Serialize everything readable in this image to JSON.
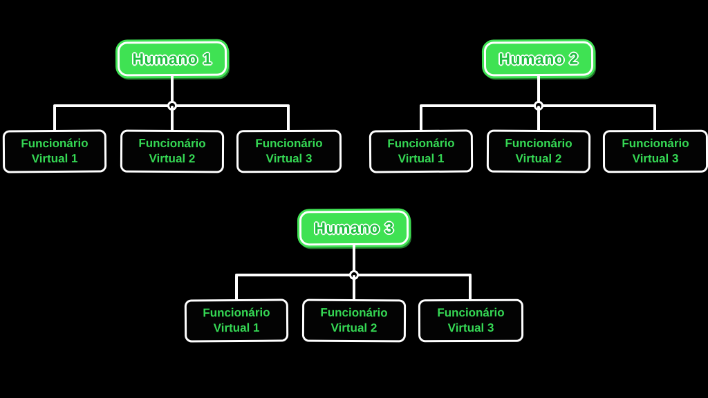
{
  "background": "#000000",
  "colors": {
    "node_fill_green": "#3fe253",
    "root_text_green": "#1fbf40",
    "child_text_green": "#35d854",
    "line_white": "#ffffff"
  },
  "trees": [
    {
      "root": "Humano 1",
      "children": [
        "Funcionário Virtual 1",
        "Funcionário Virtual 2",
        "Funcionário Virtual 3"
      ]
    },
    {
      "root": "Humano 2",
      "children": [
        "Funcionário Virtual 1",
        "Funcionário Virtual 2",
        "Funcionário Virtual 3"
      ]
    },
    {
      "root": "Humano 3",
      "children": [
        "Funcionário Virtual 1",
        "Funcionário Virtual 2",
        "Funcionário Virtual 3"
      ]
    }
  ]
}
